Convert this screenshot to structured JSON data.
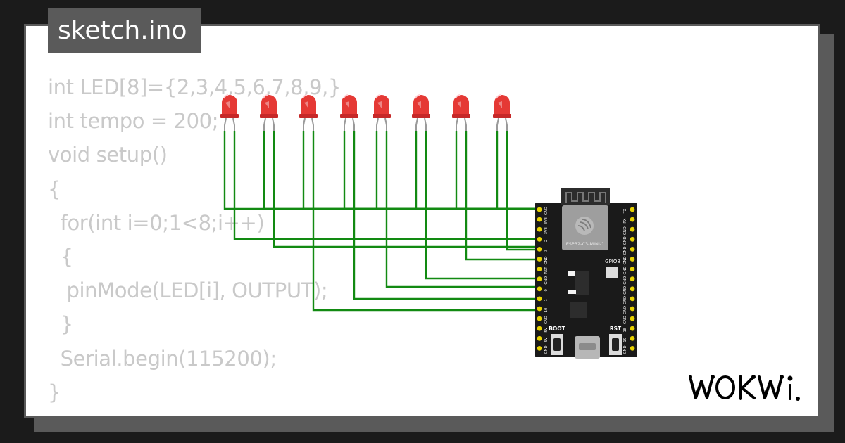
{
  "project": {
    "filename": "sketch.ino"
  },
  "code_lines": [
    "int LED[8]={2,3,4,5,6,7,8,9,}",
    "int tempo = 200;",
    "void setup()",
    "{",
    "  for(int i=0;1<8;i++)",
    "  {",
    "   pinMode(LED[i], OUTPUT);",
    "  }",
    "  Serial.begin(115200);",
    "}"
  ],
  "board": {
    "module_label": "ESP32-C3-MINI-1",
    "gpio8_label": "GPIO8",
    "boot_label": "BOOT",
    "rst_label": "RST",
    "left_pin_labels": [
      "GND",
      "3V3",
      "3V3",
      "2",
      "3",
      "GND",
      "RST",
      "GND",
      "0",
      "1",
      "10",
      "GND",
      "5V",
      "5V",
      "GND"
    ],
    "right_pin_labels": [
      "TX",
      "RX",
      "GND",
      "GND",
      "GND",
      "GND",
      "GND",
      "GND",
      "GND",
      "GND",
      "GND",
      "GND",
      "18",
      "19",
      "GND"
    ],
    "color": "#1a1a1a"
  },
  "leds": {
    "count": 8,
    "color": "#e53935"
  },
  "wires": {
    "color": "#128a12"
  },
  "brand": {
    "logo_text": "WOKWi"
  },
  "colors": {
    "background": "#1b1b1b",
    "card": "#ffffff",
    "card_border": "#5a5a5a",
    "code_text": "#c9c9c9",
    "pin_gold": "#e8d200"
  }
}
